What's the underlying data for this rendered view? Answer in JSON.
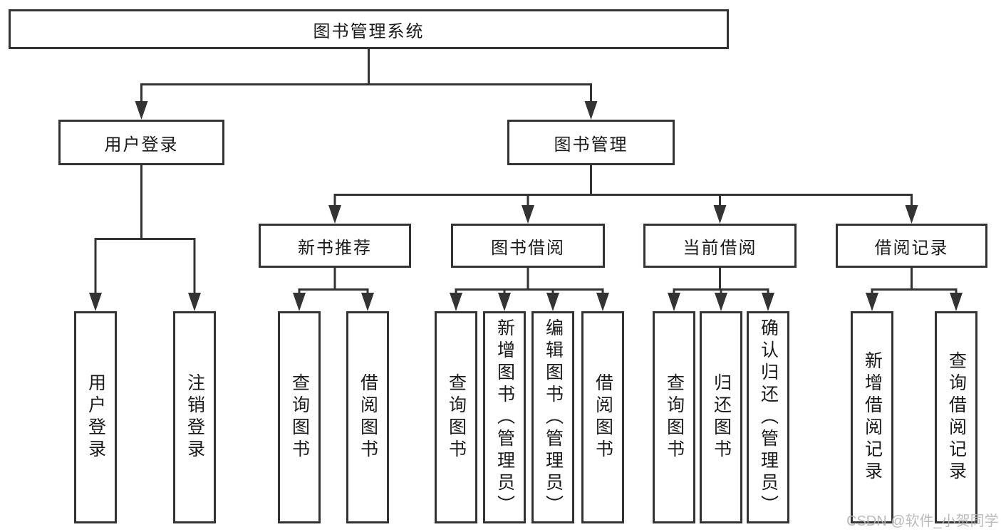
{
  "diagram": {
    "root": {
      "label": "图书管理系统"
    },
    "branches": [
      {
        "label": "用户登录",
        "leaves": [
          {
            "label": "用户登录"
          },
          {
            "label": "注销登录"
          }
        ]
      },
      {
        "label": "图书管理",
        "groups": [
          {
            "label": "新书推荐",
            "leaves": [
              {
                "label": "查询图书"
              },
              {
                "label": "借阅图书"
              }
            ]
          },
          {
            "label": "图书借阅",
            "leaves": [
              {
                "label": "查询图书"
              },
              {
                "label": "新增图书（管理员）"
              },
              {
                "label": "编辑图书（管理员）"
              },
              {
                "label": "借阅图书"
              }
            ]
          },
          {
            "label": "当前借阅",
            "leaves": [
              {
                "label": "查询图书"
              },
              {
                "label": "归还图书"
              },
              {
                "label": "确认归还（管理员）"
              }
            ]
          },
          {
            "label": "借阅记录",
            "leaves": [
              {
                "label": "新增借阅记录"
              },
              {
                "label": "查询借阅记录"
              }
            ]
          }
        ]
      }
    ],
    "watermark": "CSDN @软件_小贺同学"
  },
  "colors": {
    "line": "#333333",
    "text": "#1a1a1a",
    "watermark": "#b4b4b4",
    "background": "#ffffff"
  }
}
